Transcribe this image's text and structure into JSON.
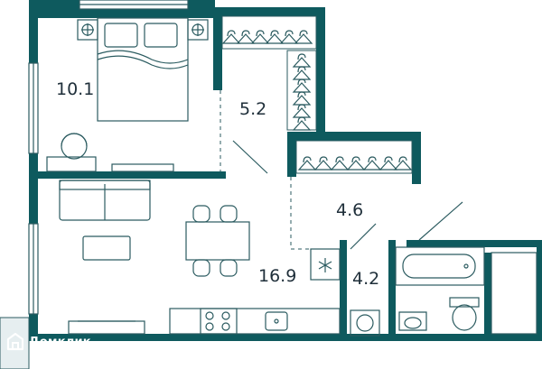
{
  "rooms": {
    "bedroom_area": "10.1",
    "wardrobe_area": "5.2",
    "hall_area": "4.6",
    "living_area": "16.9",
    "bath_area": "4.2"
  },
  "watermark": {
    "text": "Домклик",
    "icon": "domclick-logo-icon"
  },
  "colors": {
    "walls": "#0e5a5e",
    "furniture_stroke": "#2b5b60",
    "text": "#1f2f3a"
  }
}
